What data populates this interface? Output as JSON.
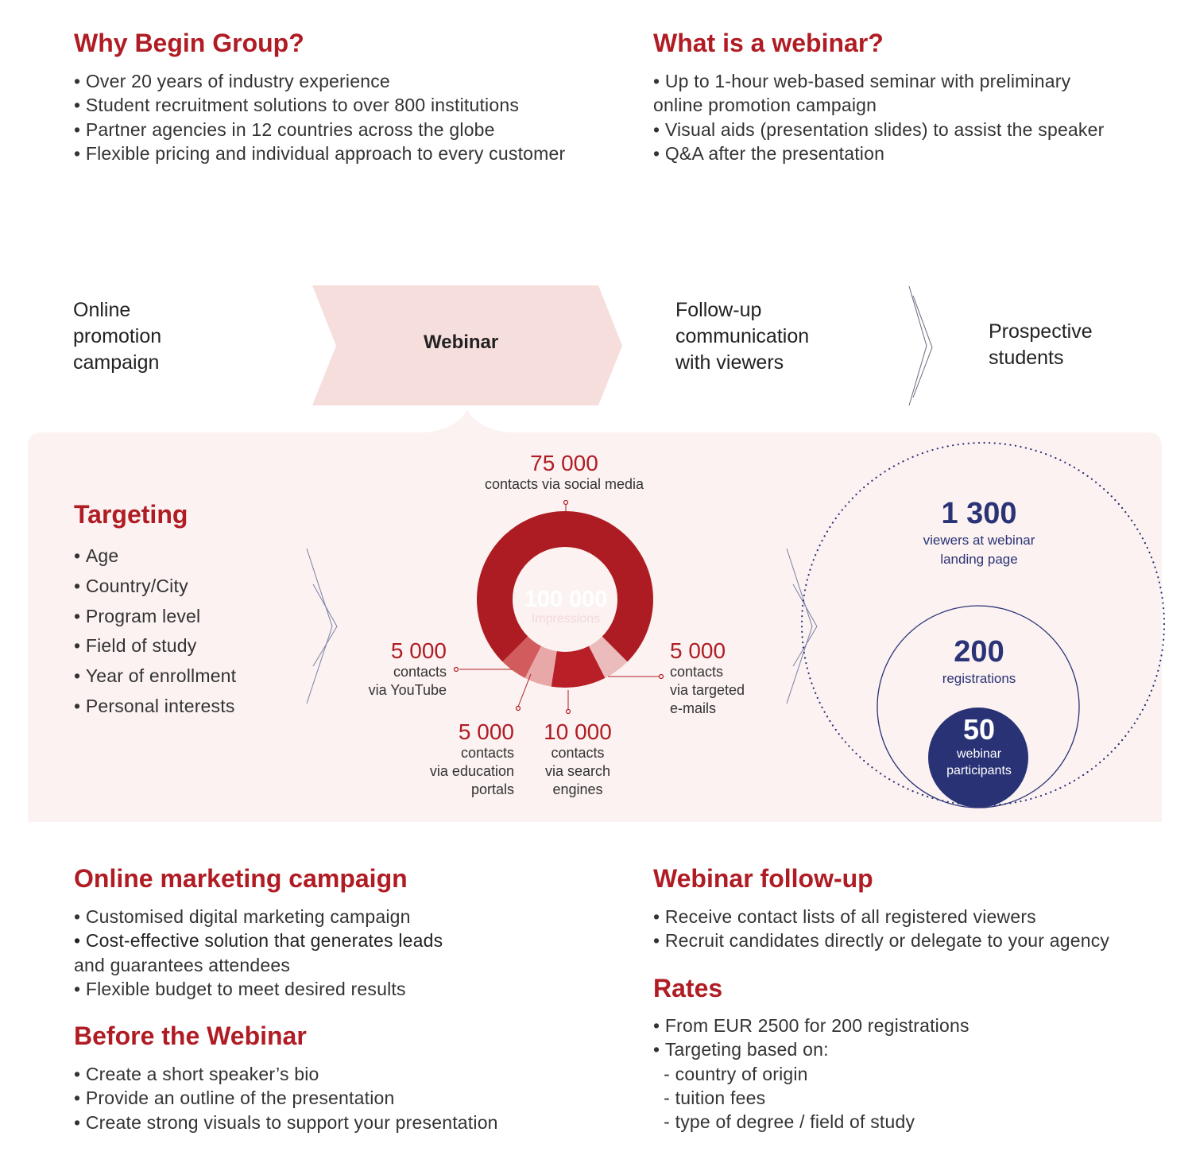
{
  "why": {
    "title": "Why Begin Group?",
    "items": [
      "Over 20 years of industry experience",
      "Student recruitment solutions to over 800 institutions",
      "Partner agencies in 12 countries across the globe",
      "Flexible pricing and individual approach to every customer"
    ]
  },
  "what": {
    "title": "What is a webinar?",
    "items": [
      "Up to 1-hour web-based seminar with preliminary",
      "online promotion campaign",
      "Visual aids (presentation slides) to assist the speaker",
      "Q&A after the presentation"
    ]
  },
  "flow": {
    "step1": "Online\npromotion\ncampaign",
    "step2": "Webinar",
    "step3": "Follow-up\ncommunication\nwith viewers",
    "step4": "Prospective\nstudents"
  },
  "targeting": {
    "title": "Targeting",
    "items": [
      "Age",
      "Country/City",
      "Program level",
      "Field of study",
      "Year of enrollment",
      "Personal interests"
    ]
  },
  "donut": {
    "center_value": "100 000",
    "center_label": "Impressions",
    "segments": [
      {
        "value": "75 000",
        "label": "contacts via social media",
        "amount": 75000,
        "color": "#ad1c22"
      },
      {
        "value": "5 000",
        "label": "contacts\nvia targeted\ne-mails",
        "amount": 5000,
        "color": "#ecbcbc"
      },
      {
        "value": "10 000",
        "label": "contacts\nvia search\nengines",
        "amount": 10000,
        "color": "#b81f26"
      },
      {
        "value": "5 000",
        "label": "contacts\nvia education\nportals",
        "amount": 5000,
        "color": "#e9a8a8"
      },
      {
        "value": "5 000",
        "label": "contacts\nvia YouTube",
        "amount": 5000,
        "color": "#d25b5e"
      }
    ]
  },
  "funnel": {
    "viewers_value": "1 300",
    "viewers_label": "viewers at webinar\nlanding page",
    "registrations_value": "200",
    "registrations_label": "registrations",
    "participants_value": "50",
    "participants_label": "webinar\nparticipants"
  },
  "marketing": {
    "title": "Online marketing campaign",
    "items": [
      "Customised digital marketing campaign",
      "Cost-effective solution that generates leads",
      "and guarantees attendees",
      "Flexible budget to meet desired results"
    ]
  },
  "before": {
    "title": "Before the Webinar",
    "items": [
      "Create a short speaker’s bio",
      "Provide an outline of the presentation",
      "Create strong visuals to support your presentation"
    ]
  },
  "followup": {
    "title": "Webinar follow-up",
    "items": [
      "Receive contact lists of all registered viewers",
      "Recruit candidates directly or delegate to your agency"
    ]
  },
  "rates": {
    "title": "Rates",
    "items": [
      "From EUR 2500 for 200 registrations",
      "Targeting based on:",
      "  - country of origin",
      "  - tuition fees",
      "  - type of degree / field of study"
    ]
  },
  "colors": {
    "heading_red": "#b01c24",
    "navy": "#2b3377",
    "panel_bg": "#fbf2f1",
    "chevron_fill": "#f6dedd"
  }
}
